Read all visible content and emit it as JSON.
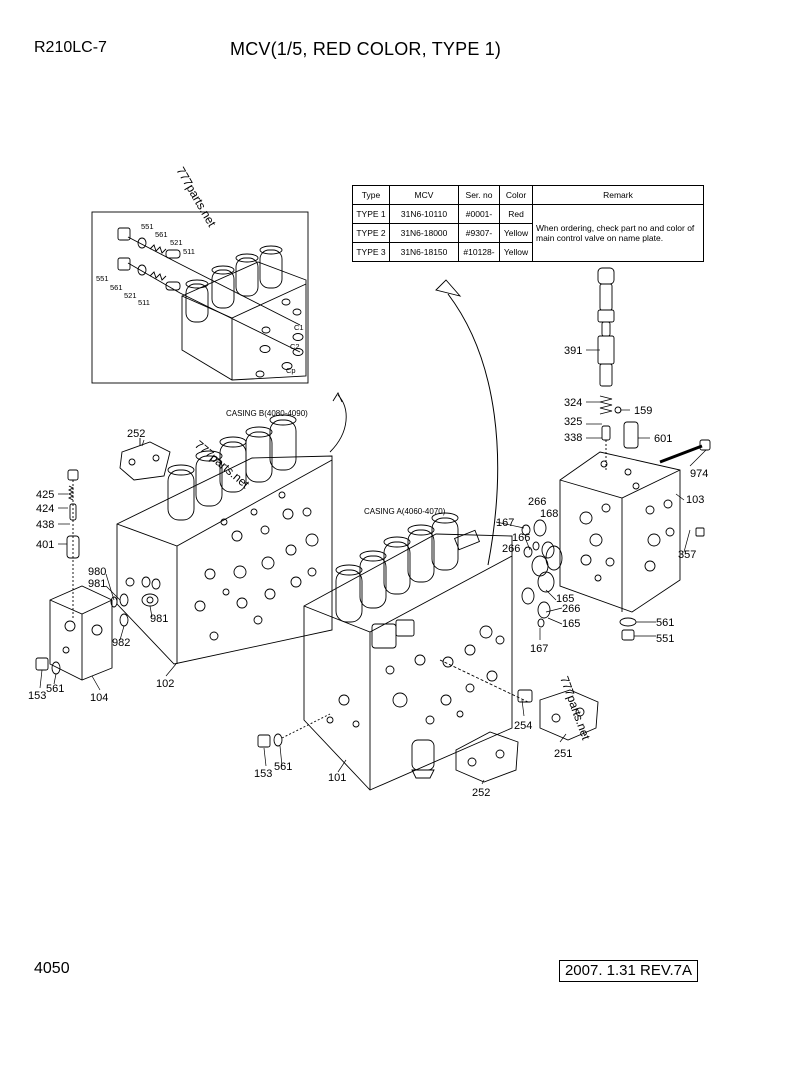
{
  "header": {
    "model": "R210LC-7",
    "title": "MCV(1/5, RED COLOR, TYPE 1)"
  },
  "footer": {
    "page_number": "4050",
    "revision": "2007. 1.31  REV.7A"
  },
  "spec_table": {
    "headers": [
      "Type",
      "MCV",
      "Ser. no",
      "Color",
      "Remark"
    ],
    "rows": [
      [
        "TYPE 1",
        "31N6-10110",
        "#0001-",
        "Red"
      ],
      [
        "TYPE 2",
        "31N6-18000",
        "#9307-",
        "Yellow"
      ],
      [
        "TYPE 3",
        "31N6-18150",
        "#10128-",
        "Yellow"
      ]
    ],
    "remark": "When ordering, check part no and color of main control valve on name plate."
  },
  "casing_labels": {
    "casing_a": "CASING A(4060-4070)",
    "casing_b": "CASING B(4080-4090)"
  },
  "watermark": "777parts.net",
  "inset_labels": {
    "p551a": "551",
    "p561a": "561",
    "p521a": "521",
    "p511a": "511",
    "p551b": "551",
    "p561b": "561",
    "p521b": "521",
    "p511b": "511",
    "c1": "C1",
    "c2": "C2",
    "cp": "Cp"
  },
  "part_labels": {
    "p252_top": "252",
    "p425": "425",
    "p424": "424",
    "p438": "438",
    "p401": "401",
    "p980": "980",
    "p981_a": "981",
    "p981_b": "981",
    "p982": "982",
    "p153_left": "153",
    "p561_left": "561",
    "p104": "104",
    "p102": "102",
    "p391": "391",
    "p324": "324",
    "p159": "159",
    "p325": "325",
    "p338": "338",
    "p601": "601",
    "p974": "974",
    "p103": "103",
    "p357": "357",
    "p266_a": "266",
    "p168": "168",
    "p167_a": "167",
    "p166": "166",
    "p266_b": "266",
    "p165_a": "165",
    "p266_c": "266",
    "p165_b": "165",
    "p167_b": "167",
    "p561_right": "561",
    "p551_right": "551",
    "p254": "254",
    "p251": "251",
    "p252_bottom": "252",
    "p153_bottom": "153",
    "p561_bottom": "561",
    "p101": "101"
  }
}
